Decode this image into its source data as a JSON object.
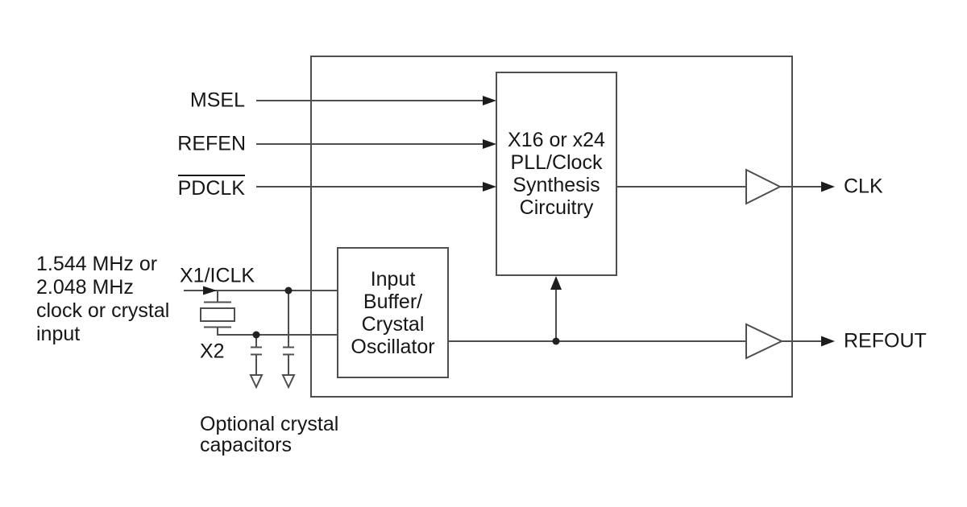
{
  "diagram": {
    "title_hint": "PLL clock synthesis block diagram",
    "colors": {
      "background": "#ffffff",
      "line": "#4f4f4f",
      "text": "#161616",
      "arrow_fill": "#1c1c1c"
    },
    "control_inputs": {
      "msel": "MSEL",
      "refen": "REFEN",
      "pdclk": "PDCLK"
    },
    "clock_input_note": [
      "1.544 MHz or",
      "2.048 MHz",
      "clock or crystal",
      "input"
    ],
    "crystal_pins": {
      "x1": "X1/ICLK",
      "x2": "X2"
    },
    "capacitor_note": [
      "Optional crystal",
      "capacitors"
    ],
    "pll_box": [
      "X16 or x24",
      "PLL/Clock",
      "Synthesis",
      "Circuitry"
    ],
    "input_buffer_box": [
      "Input",
      "Buffer/",
      "Crystal",
      "Oscillator"
    ],
    "outputs": {
      "clk": "CLK",
      "refout": "REFOUT"
    }
  }
}
